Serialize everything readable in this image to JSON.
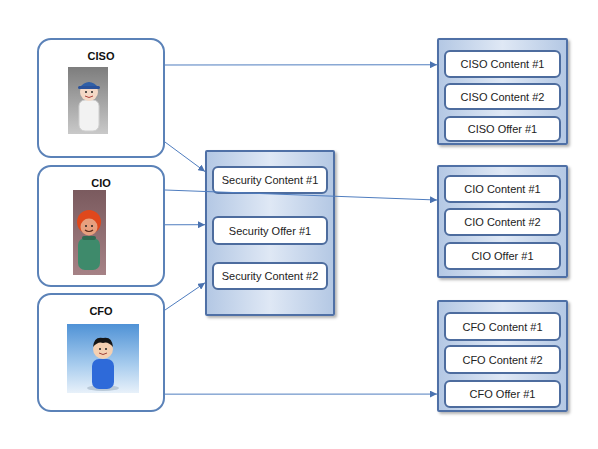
{
  "diagram": {
    "nodes": [
      {
        "text": [
          "CISO"
        ]
      },
      {
        "text": [
          "CIO"
        ]
      },
      {
        "text": [
          "CFO"
        ]
      },
      {
        "text": []
      },
      {
        "text": [
          "Security Content #1"
        ],
        "in": 3
      },
      {
        "text": [
          "Security Offer #1"
        ],
        "in": 3
      },
      {
        "text": [
          "Security Content #2"
        ],
        "in": 3
      },
      {
        "text": []
      },
      {
        "text": [
          "CISO Content #1"
        ],
        "in": 7
      },
      {
        "text": [
          "CISO Content #2"
        ],
        "in": 7
      },
      {
        "text": [
          "CISO Offer #1"
        ],
        "in": 7
      },
      {
        "text": []
      },
      {
        "text": [
          "CIO Content #1"
        ],
        "in": 11
      },
      {
        "text": [
          "CIO Content #2"
        ],
        "in": 11
      },
      {
        "text": [
          "CIO Offer #1"
        ],
        "in": 11
      },
      {
        "text": []
      },
      {
        "text": [
          "CFO Content #1"
        ],
        "in": 15
      },
      {
        "text": [
          "CFO Content #2"
        ],
        "in": 15
      },
      {
        "text": [
          "CFO Offer #1"
        ],
        "in": 15
      }
    ],
    "edges": [
      {
        "from": 0,
        "to": 7,
        "arrow": "to"
      },
      {
        "from": 0,
        "to": 3,
        "arrow": "to"
      },
      {
        "from": 1,
        "to": 3,
        "arrow": "to"
      },
      {
        "from": 1,
        "to": 11,
        "arrow": "to"
      },
      {
        "from": 2,
        "to": 3,
        "arrow": "to"
      },
      {
        "from": 2,
        "to": 15,
        "arrow": "to"
      }
    ]
  }
}
